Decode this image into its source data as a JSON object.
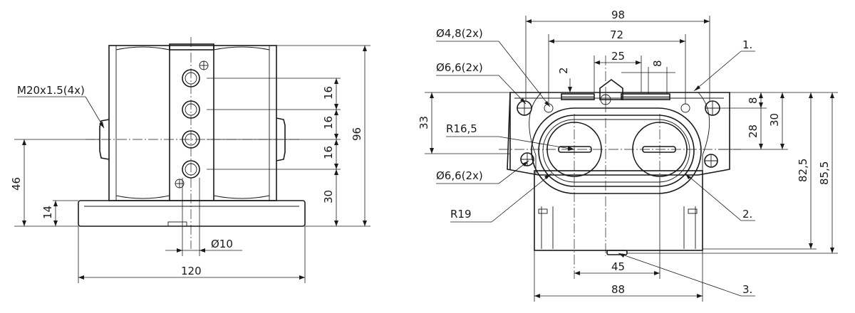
{
  "left_view": {
    "thread_label": "M20x1.5(4x)",
    "dim_46": "46",
    "dim_14": "14",
    "dim_120": "120",
    "dim_dia10": "Ø10",
    "dim_16_a": "16",
    "dim_16_b": "16",
    "dim_16_c": "16",
    "dim_30": "30",
    "dim_96": "96"
  },
  "right_view": {
    "dim_98": "98",
    "dim_72": "72",
    "dim_25": "25",
    "dim_2": "2",
    "dim_8_top": "8",
    "dim_dia48": "Ø4,8(2x)",
    "dim_dia66_top": "Ø6,6(2x)",
    "dim_33": "33",
    "dim_r165": "R16,5",
    "dim_dia66_bottom": "Ø6,6(2x)",
    "dim_r19": "R19",
    "dim_45": "45",
    "dim_88": "88",
    "dim_8_right": "8",
    "dim_28": "28",
    "dim_30": "30",
    "dim_825": "82,5",
    "dim_855": "85,5",
    "callout_1": "1.",
    "callout_2": "2.",
    "callout_3": "3."
  }
}
